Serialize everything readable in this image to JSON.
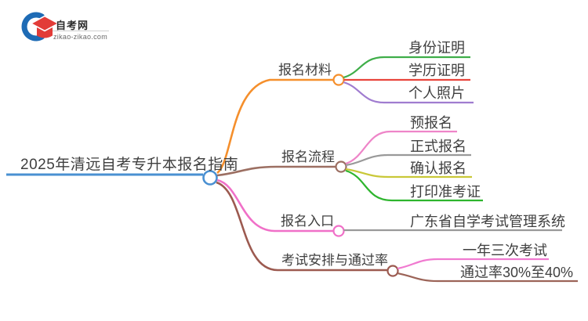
{
  "logo": {
    "title": "自考网",
    "domain": "zikao-zikao.com",
    "crescent_color": "#1e6bb5",
    "cap_color": "#e23c38"
  },
  "root": {
    "label": "2025年清远自考专升本报名指南",
    "color": "#4a90d2"
  },
  "text_color": "#3f3f3f",
  "branches": [
    {
      "label": "报名材料",
      "color": "#f58f2c",
      "children": [
        {
          "label": "身份证明",
          "color": "#3fae49"
        },
        {
          "label": "学历证明",
          "color": "#e8453c"
        },
        {
          "label": "个人照片",
          "color": "#a07cd0"
        }
      ]
    },
    {
      "label": "报名流程",
      "color": "#9c6f62",
      "children": [
        {
          "label": "预报名",
          "color": "#ee85c8"
        },
        {
          "label": "正式报名",
          "color": "#999999"
        },
        {
          "label": "确认报名",
          "color": "#c9c838"
        },
        {
          "label": "打印准考证",
          "color": "#2eb52e"
        }
      ]
    },
    {
      "label": "报名入口",
      "color": "#f070c8",
      "children": [
        {
          "label": "广东省自学考试管理系统",
          "color": "#999999"
        }
      ]
    },
    {
      "label": "考试安排与通过率",
      "color": "#9c5a50",
      "children": [
        {
          "label": "一年三次考试",
          "color": "#f07ad0"
        },
        {
          "label": "通过率30%至40%",
          "color": "#9c6458"
        }
      ]
    }
  ]
}
